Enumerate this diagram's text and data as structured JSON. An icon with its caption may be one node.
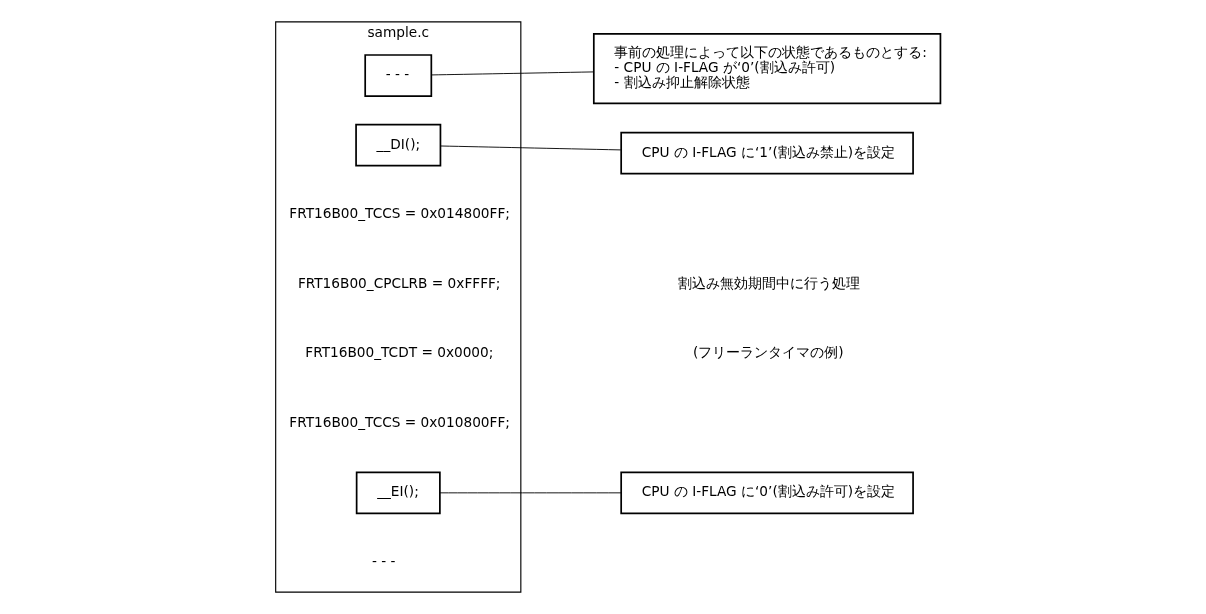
{
  "diagram": {
    "nodes": [
      {
        "text": [
          "sample.c"
        ]
      },
      {
        "text": [
          "- - -"
        ],
        "in": 0
      },
      {
        "text": [
          "__DI();"
        ],
        "in": 0
      },
      {
        "text": [
          "__EI();"
        ],
        "in": 0
      },
      {
        "text": [
          "事前の処理によって以下の状態であるものとする:",
          "- CPU の I-FLAG が‘0’(割込み許可)",
          "- 割込み抑止解除状態"
        ]
      },
      {
        "text": [
          "CPU の I-FLAG に‘1’(割込み禁止)を設定"
        ]
      },
      {
        "text": [
          "CPU の I-FLAG に‘0’(割込み許可)を設定"
        ]
      }
    ],
    "edges": [
      {
        "from": 4,
        "to": 1,
        "arrow": "none"
      },
      {
        "from": 5,
        "to": 2,
        "arrow": "none"
      },
      {
        "from": 6,
        "to": 3,
        "arrow": "none"
      }
    ],
    "labels": [
      "FRT16B00_TCCS = 0x014800FF;",
      "FRT16B00_CPCLRB = 0xFFFF;",
      "FRT16B00_TCDT = 0x0000;",
      "FRT16B00_TCCS = 0x010800FF;",
      "割込み無効期間中に行う処理",
      "(フリーランタイマの例)",
      "- - -"
    ]
  }
}
